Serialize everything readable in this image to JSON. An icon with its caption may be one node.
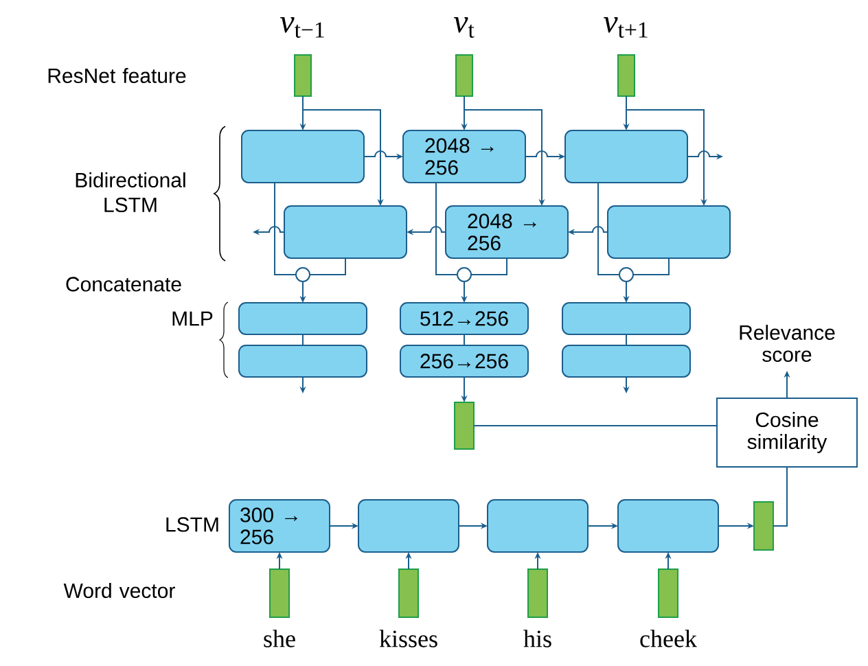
{
  "diagram": {
    "nodes": [
      {
        "text": [],
        "shape": "bar",
        "beside": [
          "*v*$_{t−1}$"
        ]
      },
      {
        "text": [],
        "shape": "bar",
        "beside": [
          "*v*$_{t}$"
        ]
      },
      {
        "text": [],
        "shape": "bar",
        "beside": [
          "*v*$_{t+1}$"
        ]
      },
      {
        "text": [],
        "shape": "box"
      },
      {
        "text": [
          "2048 → 256"
        ]
      },
      {
        "text": [],
        "shape": "box"
      },
      {
        "text": [],
        "shape": "box"
      },
      {
        "text": [
          "2048 → 256"
        ]
      },
      {
        "text": [],
        "shape": "box"
      },
      {
        "text": [],
        "shape": "circle"
      },
      {
        "text": [],
        "shape": "circle"
      },
      {
        "text": [],
        "shape": "circle"
      },
      {
        "text": [],
        "shape": "box"
      },
      {
        "text": [
          "512→256"
        ]
      },
      {
        "text": [],
        "shape": "box"
      },
      {
        "text": [],
        "shape": "box"
      },
      {
        "text": [
          "256→256"
        ]
      },
      {
        "text": [],
        "shape": "box"
      },
      {
        "text": [
          "Relevance score"
        ]
      },
      {
        "text": [],
        "shape": "bar"
      },
      {
        "text": [
          "Cosine similarity"
        ]
      },
      {
        "text": [
          "300 → 256"
        ]
      },
      {
        "text": [],
        "shape": "box"
      },
      {
        "text": [],
        "shape": "box"
      },
      {
        "text": [],
        "shape": "box"
      },
      {
        "text": [],
        "shape": "bar"
      },
      {
        "text": [],
        "shape": "bar",
        "beside": [
          "she"
        ]
      },
      {
        "text": [],
        "shape": "bar",
        "beside": [
          "kisses"
        ]
      },
      {
        "text": [],
        "shape": "bar",
        "beside": [
          "his"
        ]
      },
      {
        "text": [],
        "shape": "bar",
        "beside": [
          "cheek"
        ]
      }
    ],
    "edges": [
      {
        "from": 0,
        "to": 3,
        "arrow": "to"
      },
      {
        "from": 1,
        "to": 4,
        "arrow": "to"
      },
      {
        "from": 2,
        "to": 5,
        "arrow": "to"
      },
      {
        "from": 0,
        "to": 6,
        "arrow": "to"
      },
      {
        "from": 1,
        "to": 7,
        "arrow": "to"
      },
      {
        "from": 2,
        "to": 8,
        "arrow": "to"
      },
      {
        "from": 3,
        "to": 4,
        "arrow": "to"
      },
      {
        "from": 4,
        "to": 5,
        "arrow": "to"
      },
      {
        "from": 5,
        "to": null,
        "arrow": "to"
      },
      {
        "from": 8,
        "to": 7,
        "arrow": "to"
      },
      {
        "from": 7,
        "to": 6,
        "arrow": "to"
      },
      {
        "from": 6,
        "to": null,
        "arrow": "to"
      },
      {
        "from": 3,
        "to": 9,
        "arrow": "none"
      },
      {
        "from": 4,
        "to": 10,
        "arrow": "none"
      },
      {
        "from": 5,
        "to": 11,
        "arrow": "none"
      },
      {
        "from": 6,
        "to": 9,
        "arrow": "none"
      },
      {
        "from": 7,
        "to": 10,
        "arrow": "none"
      },
      {
        "from": 8,
        "to": 11,
        "arrow": "none"
      },
      {
        "from": 9,
        "to": 12,
        "arrow": "to"
      },
      {
        "from": 10,
        "to": 13,
        "arrow": "to"
      },
      {
        "from": 11,
        "to": 14,
        "arrow": "to"
      },
      {
        "from": 12,
        "to": 15,
        "arrow": "none"
      },
      {
        "from": 13,
        "to": 16,
        "arrow": "none"
      },
      {
        "from": 14,
        "to": 17,
        "arrow": "none"
      },
      {
        "from": 15,
        "to": null,
        "arrow": "to"
      },
      {
        "from": 16,
        "to": 19,
        "arrow": "to"
      },
      {
        "from": 17,
        "to": null,
        "arrow": "to"
      },
      {
        "from": 19,
        "to": 20,
        "arrow": "none"
      },
      {
        "from": 25,
        "to": 20,
        "arrow": "none"
      },
      {
        "from": 20,
        "to": 18,
        "arrow": "to"
      },
      {
        "from": 21,
        "to": 22,
        "arrow": "to"
      },
      {
        "from": 22,
        "to": 23,
        "arrow": "to"
      },
      {
        "from": 23,
        "to": 24,
        "arrow": "to"
      },
      {
        "from": 24,
        "to": 25,
        "arrow": "to"
      },
      {
        "from": 26,
        "to": 21,
        "arrow": "to"
      },
      {
        "from": 27,
        "to": 22,
        "arrow": "to"
      },
      {
        "from": 28,
        "to": 23,
        "arrow": "to"
      },
      {
        "from": 29,
        "to": 24,
        "arrow": "to"
      }
    ],
    "labels": [
      "ResNet feature",
      "Bidirectional LSTM",
      "Concatenate",
      "MLP",
      "LSTM",
      "Word vector"
    ]
  }
}
